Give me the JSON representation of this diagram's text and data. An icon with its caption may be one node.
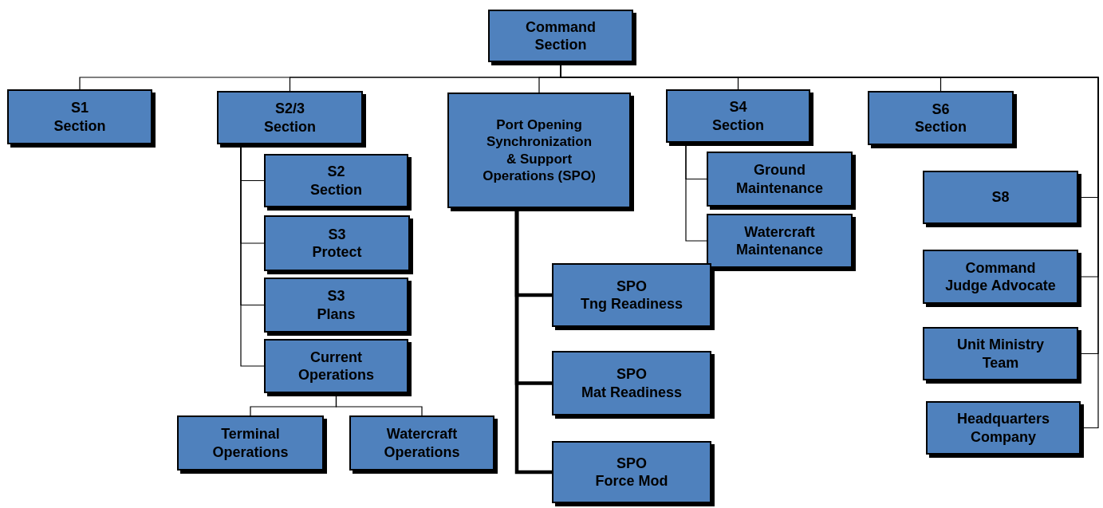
{
  "diagram": {
    "nodes": [
      {
        "text": [
          "Command Section"
        ]
      },
      {
        "text": [
          "S1",
          "Section"
        ]
      },
      {
        "text": [
          "S2/3",
          "Section"
        ]
      },
      {
        "text": [
          "Port Opening Synchronization & Support Operations (SPO)"
        ]
      },
      {
        "text": [
          "S4",
          "Section"
        ]
      },
      {
        "text": [
          "S6",
          "Section"
        ]
      },
      {
        "text": [
          "S2",
          "Section"
        ]
      },
      {
        "text": [
          "Ground Maintenance"
        ]
      },
      {
        "text": [
          "S8"
        ]
      },
      {
        "text": [
          "S3",
          "Protect"
        ]
      },
      {
        "text": [
          "Watercraft Maintenance"
        ]
      },
      {
        "text": [
          "SPO",
          "Tng Readiness"
        ]
      },
      {
        "text": [
          "Command Judge Advocate"
        ]
      },
      {
        "text": [
          "S3",
          "Plans"
        ]
      },
      {
        "text": [
          "Unit Ministry Team"
        ]
      },
      {
        "text": [
          "Current Operations"
        ]
      },
      {
        "text": [
          "SPO",
          "Mat Readiness"
        ]
      },
      {
        "text": [
          "Headquarters Company"
        ]
      },
      {
        "text": [
          "Terminal Operations"
        ]
      },
      {
        "text": [
          "Watercraft Operations"
        ]
      },
      {
        "text": [
          "SPO",
          "Force Mod"
        ]
      }
    ],
    "edges": [
      {
        "from": 0,
        "to": 1,
        "arrow": "none"
      },
      {
        "from": 0,
        "to": 2,
        "arrow": "none"
      },
      {
        "from": 0,
        "to": 3,
        "arrow": "none"
      },
      {
        "from": 0,
        "to": 4,
        "arrow": "none"
      },
      {
        "from": 0,
        "to": 5,
        "arrow": "none"
      },
      {
        "from": 0,
        "to": 8,
        "arrow": "none"
      },
      {
        "from": 0,
        "to": 12,
        "arrow": "none"
      },
      {
        "from": 0,
        "to": 14,
        "arrow": "none"
      },
      {
        "from": 0,
        "to": 17,
        "arrow": "none"
      },
      {
        "from": 2,
        "to": 6,
        "arrow": "none"
      },
      {
        "from": 2,
        "to": 9,
        "arrow": "none"
      },
      {
        "from": 2,
        "to": 13,
        "arrow": "none"
      },
      {
        "from": 2,
        "to": 15,
        "arrow": "none"
      },
      {
        "from": 15,
        "to": 18,
        "arrow": "none"
      },
      {
        "from": 15,
        "to": 19,
        "arrow": "none"
      },
      {
        "from": 3,
        "to": 11,
        "arrow": "none",
        "style": "thick"
      },
      {
        "from": 3,
        "to": 16,
        "arrow": "none",
        "style": "thick"
      },
      {
        "from": 3,
        "to": 20,
        "arrow": "none",
        "style": "thick"
      },
      {
        "from": 4,
        "to": 7,
        "arrow": "none"
      },
      {
        "from": 4,
        "to": 10,
        "arrow": "none"
      }
    ]
  }
}
